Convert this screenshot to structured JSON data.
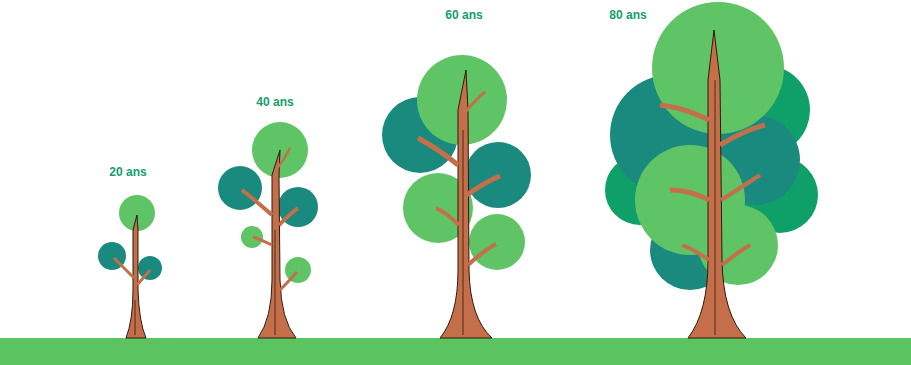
{
  "diagram": {
    "labels": [
      "20 ans",
      "40 ans",
      "60 ans",
      "80 ans"
    ]
  }
}
